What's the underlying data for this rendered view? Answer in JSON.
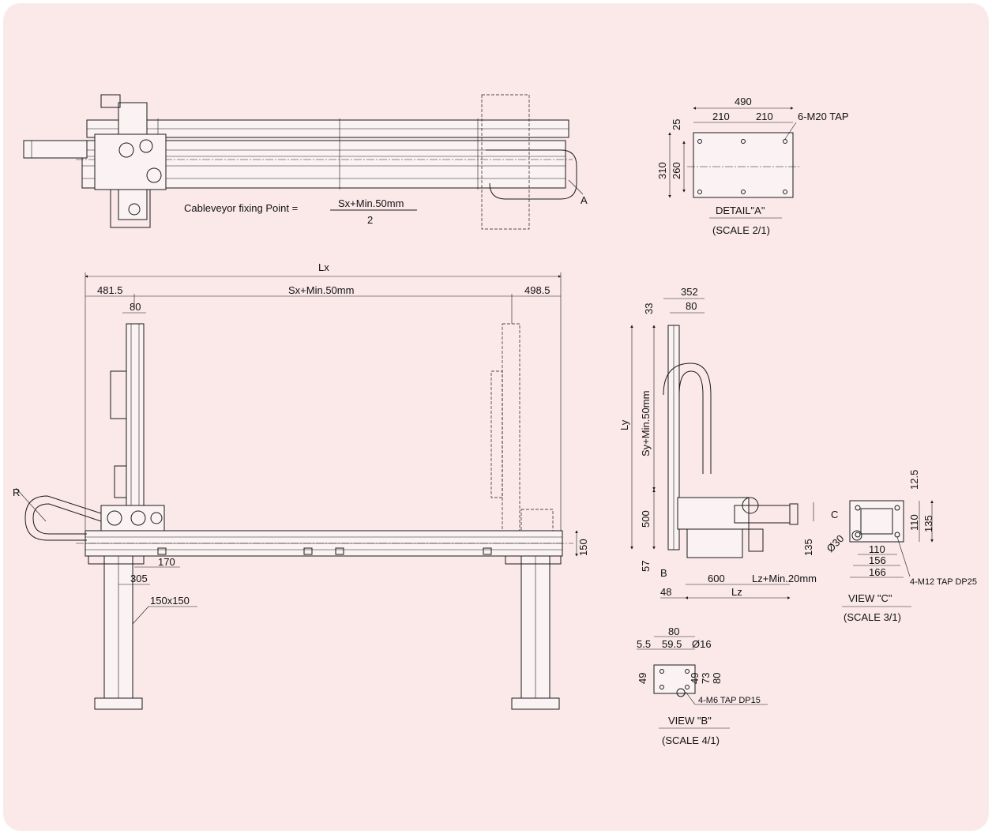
{
  "theme": {
    "background": "#fbe9ea",
    "line": "#1a1a1a"
  },
  "top_view": {
    "fixing_label": "Cableveyor fixing Point =",
    "fixing_numerator": "Sx+Min.50mm",
    "fixing_denominator": "2",
    "detail_marker": "A"
  },
  "detail_a": {
    "overall_width": "490",
    "pitch_1": "210",
    "pitch_2": "210",
    "tap": "6-M20 TAP",
    "top_offset": "25",
    "height": "310",
    "hole_span": "260",
    "title": "DETAIL\"A\"",
    "scale": "(SCALE 2/1)"
  },
  "front_view": {
    "lx": "Lx",
    "left_offset": "481.5",
    "stroke": "Sx+Min.50mm",
    "right_offset": "498.5",
    "column_width": "80",
    "radius": "R",
    "beam_height": "150",
    "dim_170": "170",
    "dim_305": "305",
    "post_size": "150x150"
  },
  "side_view": {
    "top_width": "352",
    "column_width": "80",
    "top_offset": "33",
    "ly": "Ly",
    "stroke": "Sy+Min.50mm",
    "lower": "500",
    "bottom": "57",
    "view_b_marker": "B",
    "view_c_marker": "C",
    "offset_48": "48",
    "dim_600": "600",
    "lz_stroke": "Lz+Min.20mm",
    "lz": "Lz",
    "dim_135": "135"
  },
  "view_c": {
    "dim_12_5": "12.5",
    "dim_110_v": "110",
    "dim_135": "135",
    "dia": "Ø30",
    "dim_110_h": "110",
    "dim_156": "156",
    "dim_166": "166",
    "tap": "4-M12 TAP DP25",
    "title": "VIEW \"C\"",
    "scale": "(SCALE 3/1)"
  },
  "view_b": {
    "dim_80": "80",
    "dim_5_5": "5.5",
    "dim_59_5": "59.5",
    "dia": "Ø16",
    "dim_49_l": "49",
    "dim_49_r": "49",
    "dim_73": "73",
    "dim_80_v": "80",
    "tap": "4-M6 TAP DP15",
    "title": "VIEW \"B\"",
    "scale": "(SCALE 4/1)"
  }
}
